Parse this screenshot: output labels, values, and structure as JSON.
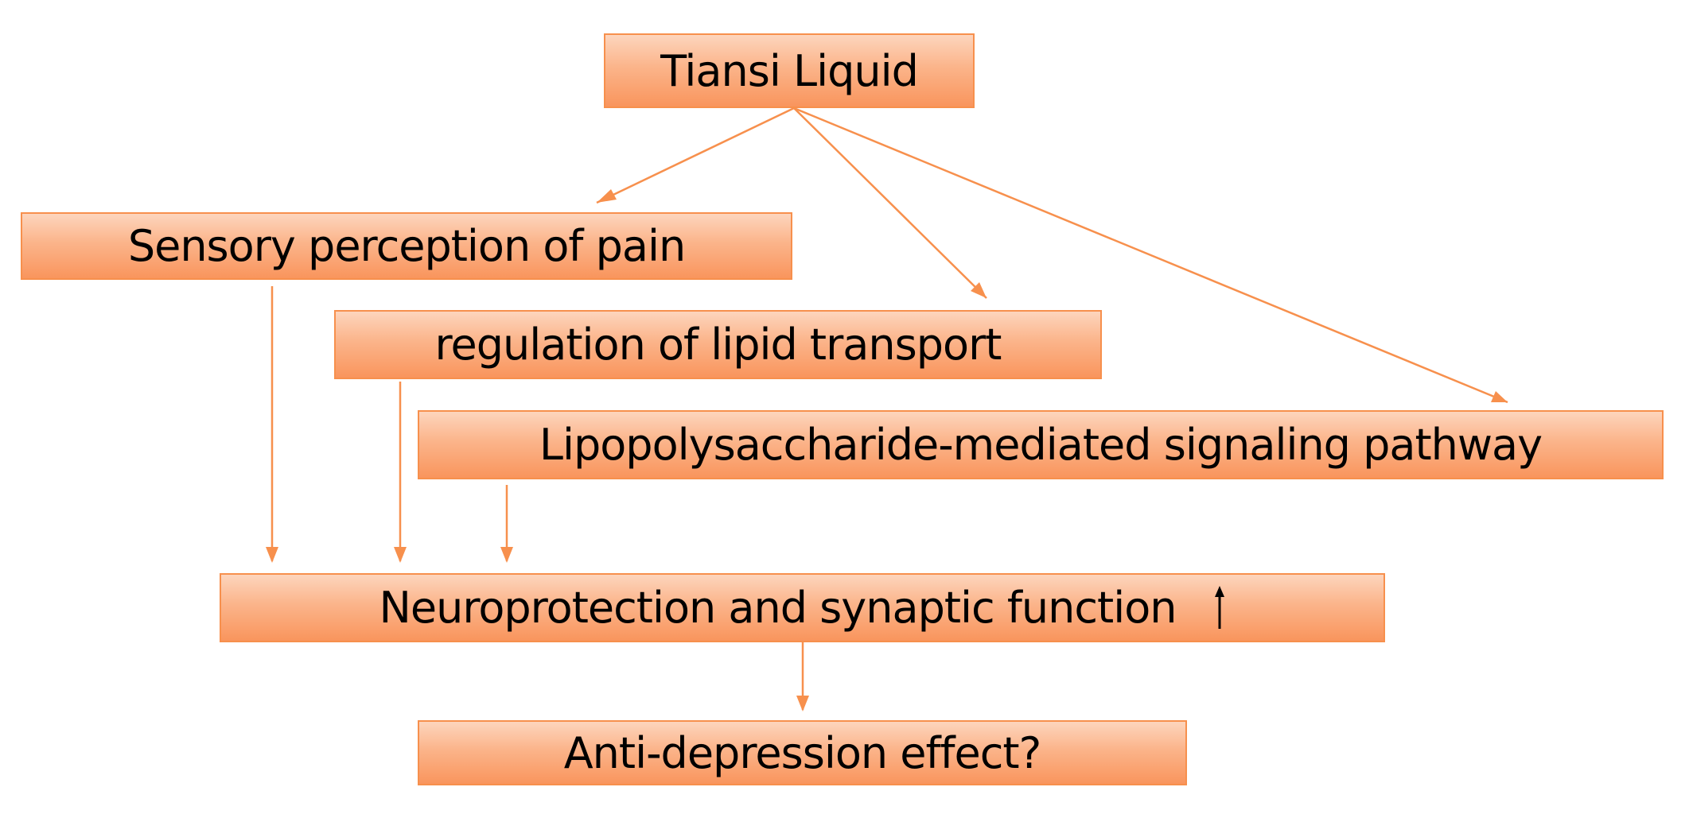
{
  "diagram": {
    "nodes": {
      "tiansi": "Tiansi Liquid",
      "pain": "Sensory perception of pain",
      "lipid": "regulation of lipid transport",
      "lps": "Lipopolysaccharide-mediated signaling pathway",
      "neuro": "Neuroprotection and synaptic function",
      "anti": "Anti-depression effect?"
    },
    "edges": [
      {
        "from": "tiansi",
        "to": "pain"
      },
      {
        "from": "tiansi",
        "to": "lipid"
      },
      {
        "from": "tiansi",
        "to": "lps"
      },
      {
        "from": "pain",
        "to": "neuro"
      },
      {
        "from": "lipid",
        "to": "neuro"
      },
      {
        "from": "lps",
        "to": "neuro"
      },
      {
        "from": "neuro",
        "to": "anti"
      }
    ],
    "neuro_indicator_icon": "up-arrow-icon",
    "colors": {
      "box_border": "#f7904d",
      "box_fill_top": "#fdd5bd",
      "box_fill_bottom": "#f9955d",
      "arrow": "#f7904d",
      "text": "#000000"
    }
  }
}
